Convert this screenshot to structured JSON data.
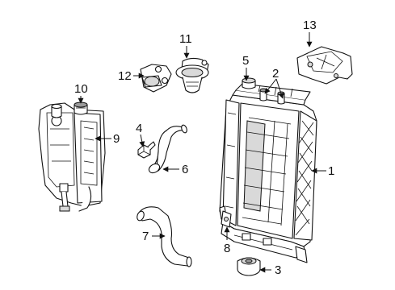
{
  "callouts": [
    {
      "id": "1",
      "part": "radiator"
    },
    {
      "id": "2",
      "part": "radiator-cap"
    },
    {
      "id": "3",
      "part": "grommet"
    },
    {
      "id": "4",
      "part": "bolt"
    },
    {
      "id": "5",
      "part": "radiator-cap"
    },
    {
      "id": "6",
      "part": "upper-hose"
    },
    {
      "id": "7",
      "part": "lower-hose"
    },
    {
      "id": "8",
      "part": "radiator-bracket"
    },
    {
      "id": "9",
      "part": "reservoir"
    },
    {
      "id": "10",
      "part": "reservoir-cap"
    },
    {
      "id": "11",
      "part": "thermostat"
    },
    {
      "id": "12",
      "part": "thermostat-housing"
    },
    {
      "id": "13",
      "part": "mount-bracket"
    }
  ]
}
